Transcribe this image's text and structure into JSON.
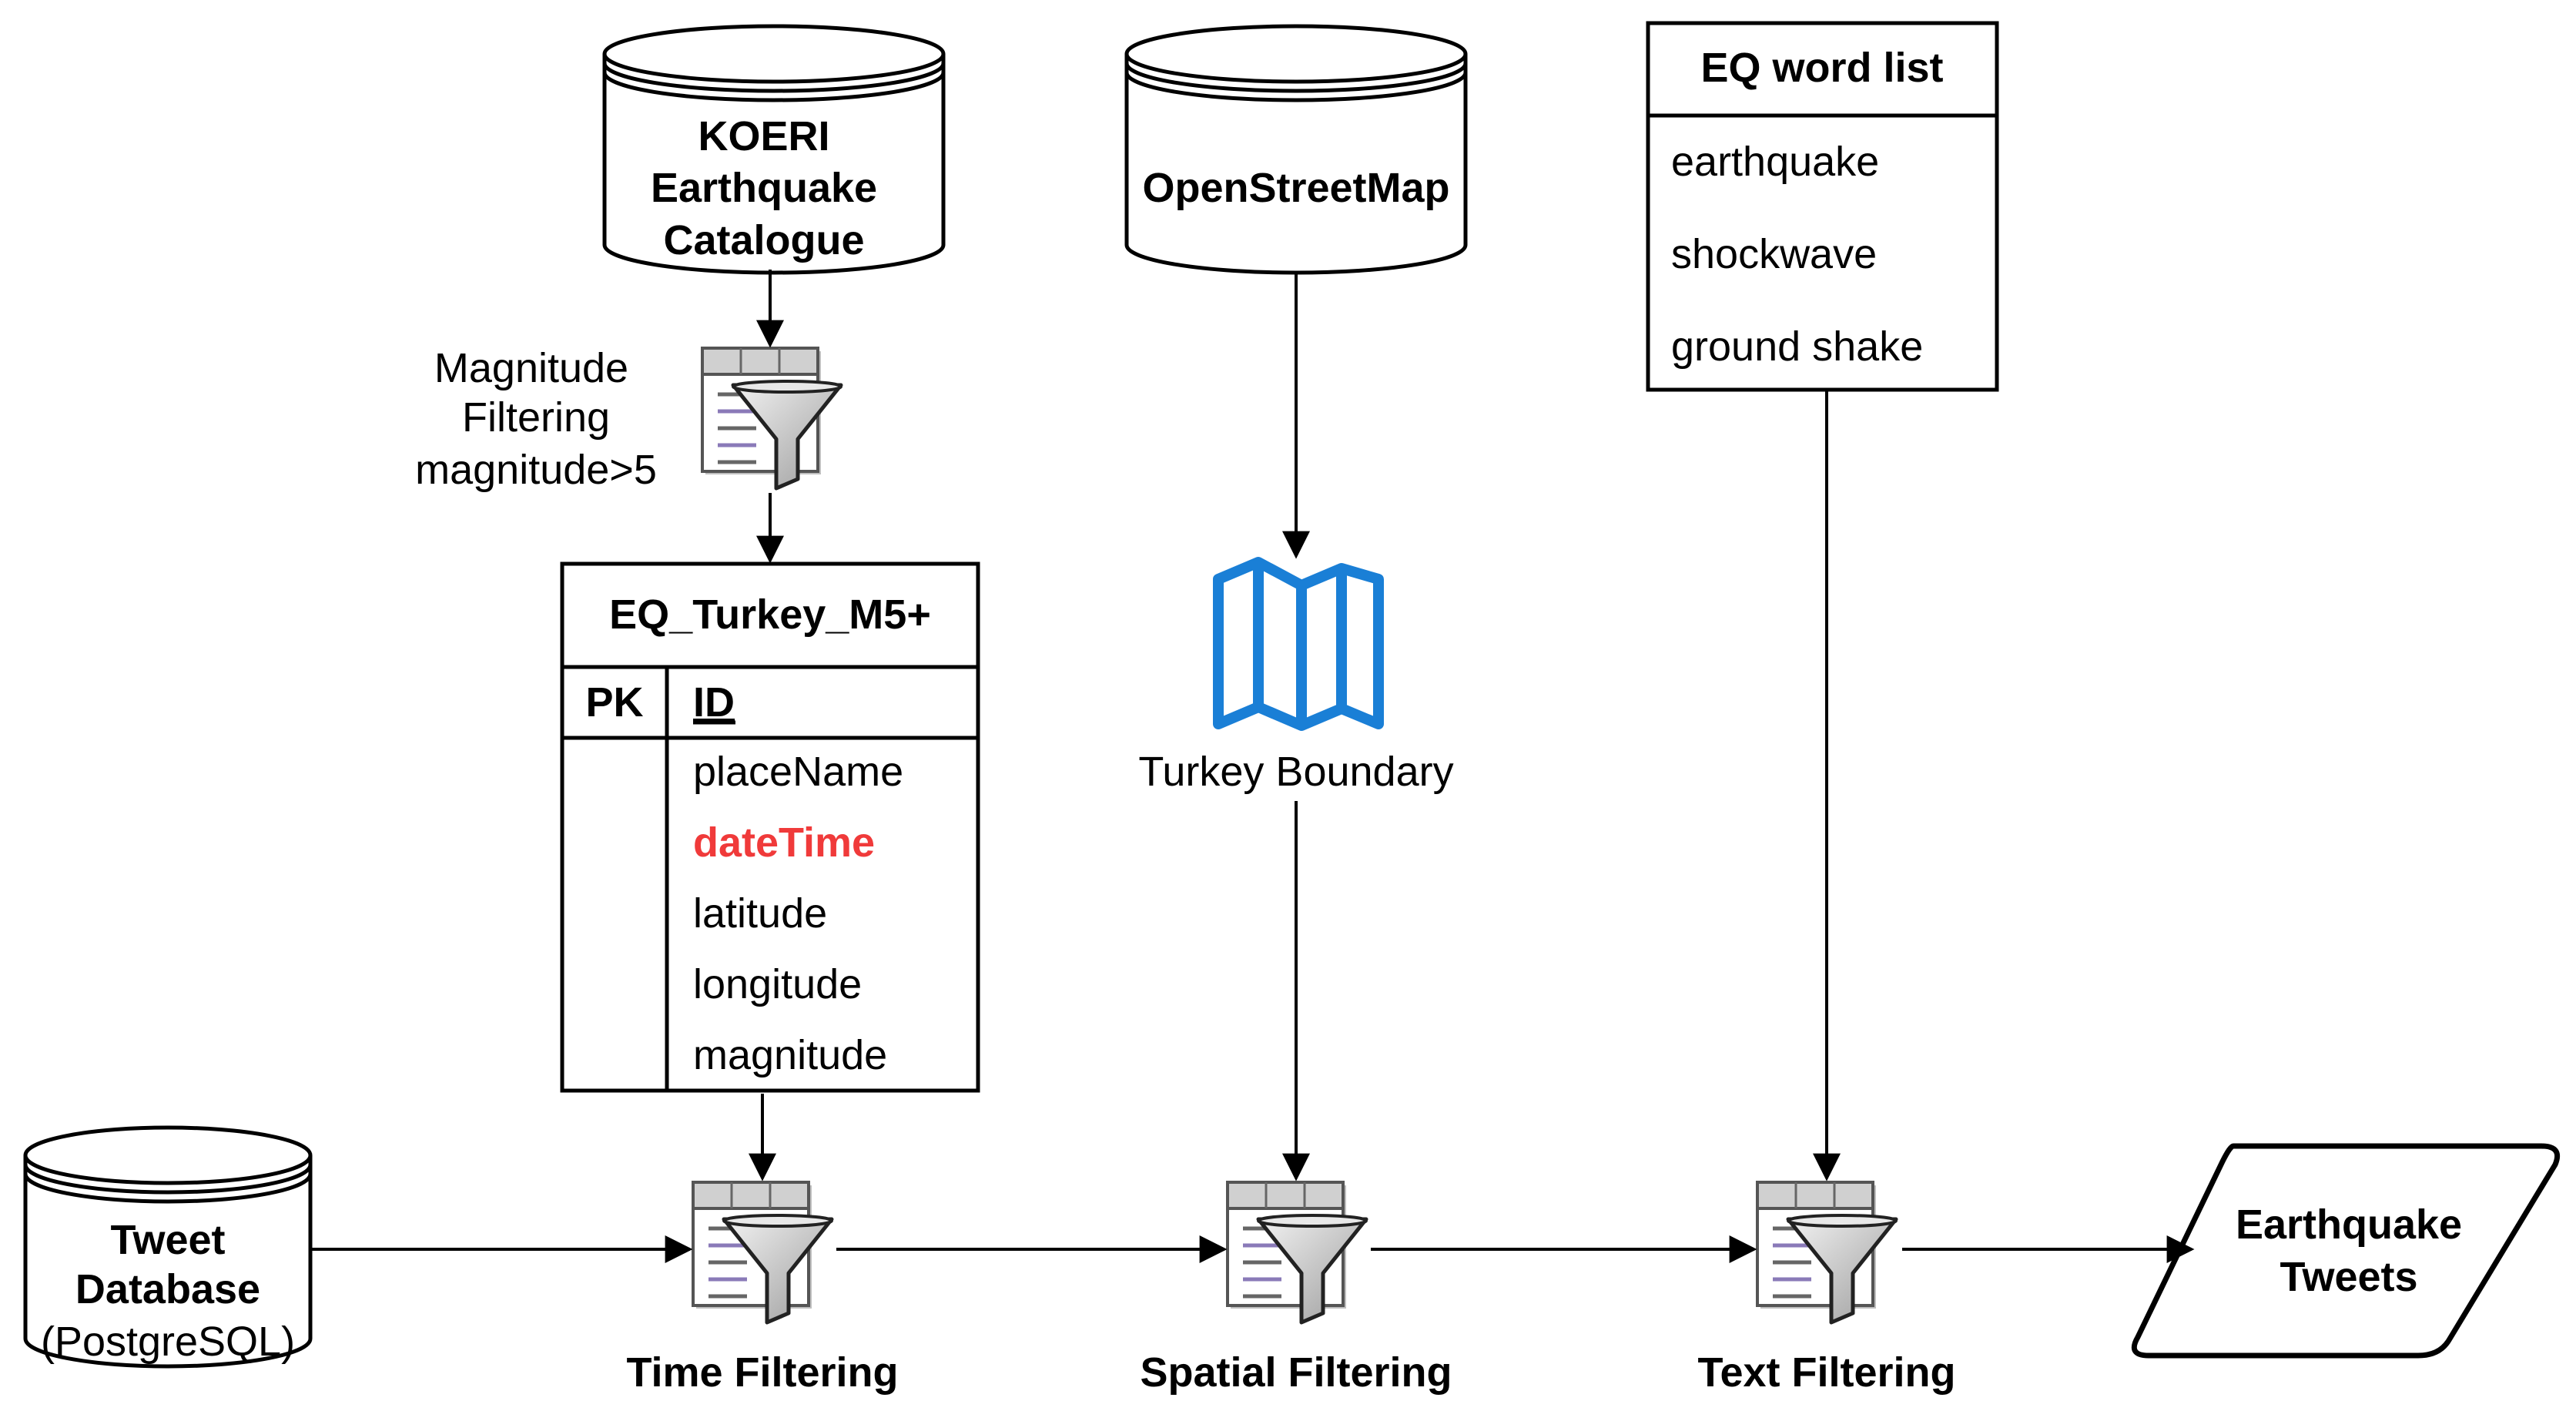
{
  "sources": {
    "koeri": [
      "KOERI",
      "Earthquake",
      "Catalogue"
    ],
    "osm": "OpenStreetMap",
    "tweet_db": [
      "Tweet",
      "Database",
      "(PostgreSQL)"
    ]
  },
  "magnitude_filter": {
    "label": [
      "Magnitude",
      "Filtering",
      "magnitude>5"
    ]
  },
  "eq_table": {
    "title": "EQ_Turkey_M5+",
    "pk_label": "PK",
    "pk_field": "ID",
    "fields": [
      "placeName",
      "dateTime",
      "latitude",
      "longitude",
      "magnitude"
    ],
    "highlight_field": "dateTime",
    "highlight_color": "#f03a3a"
  },
  "word_list": {
    "title": "EQ word list",
    "words": [
      "earthquake",
      "shockwave",
      "ground shake"
    ]
  },
  "map": {
    "label": "Turkey Boundary",
    "icon": "map-icon",
    "color": "#1a7fd6"
  },
  "filters": {
    "time": "Time Filtering",
    "spatial": "Spatial Filtering",
    "text": "Text Filtering"
  },
  "output": [
    "Earthquake",
    "Tweets"
  ]
}
